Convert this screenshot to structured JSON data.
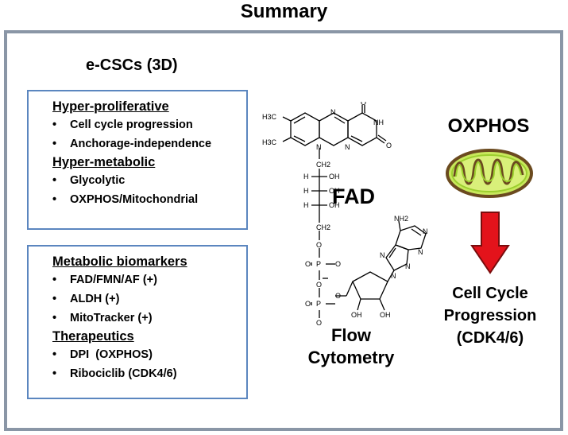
{
  "title": "Summary",
  "left_heading": "e-CSCs (3D)",
  "box1": {
    "sections": [
      {
        "title": "Hyper-proliferative",
        "items": [
          "Cell cycle progression",
          "Anchorage-independence"
        ]
      },
      {
        "title": "Hyper-metabolic",
        "items": [
          "Glycolytic",
          "OXPHOS/Mitochondrial"
        ]
      }
    ]
  },
  "box2": {
    "sections": [
      {
        "title": "Metabolic biomarkers",
        "items": [
          "FAD/FMN/AF (+)",
          "ALDH (+)",
          "MitoTracker (+)"
        ]
      },
      {
        "title": "Therapeutics",
        "items": [
          "DPI  (OXPHOS)",
          "Ribociclib (CDK4/6)"
        ]
      }
    ]
  },
  "fad_label": "FAD",
  "flow_label": [
    "Flow",
    "Cytometry"
  ],
  "oxphos_label": "OXPHOS",
  "cell_cycle_label": [
    "Cell Cycle",
    "Progression",
    "(CDK4/6)"
  ],
  "molecule_labels": {
    "me1": "H3C",
    "me2": "H3C",
    "nh": "NH",
    "o1": "O",
    "o2": "O",
    "ch2a": "CH2",
    "ch2b": "CH2",
    "h1": "H",
    "h2": "H",
    "h3": "H",
    "oh1": "OH",
    "oh2": "OH",
    "oh3": "OH",
    "o3": "O",
    "p1": "P",
    "p2": "P",
    "om1": "O",
    "om2": "O",
    "o4": "O",
    "o5": "O",
    "o6": "O",
    "o7": "O",
    "nh2": "NH2",
    "oh4": "OH",
    "oh5": "OH",
    "n1": "N",
    "n2": "N",
    "n3": "N",
    "n4": "N",
    "n5": "N",
    "n6": "N",
    "n7": "N",
    "n8": "N"
  },
  "colors": {
    "frame": "#8a96a6",
    "box_border": "#5b86bf",
    "arrow": "#e3131b",
    "mito_outer": "#6b4a1f",
    "mito_inner": "#9ccf2e",
    "mito_fill": "#c8e85c"
  }
}
